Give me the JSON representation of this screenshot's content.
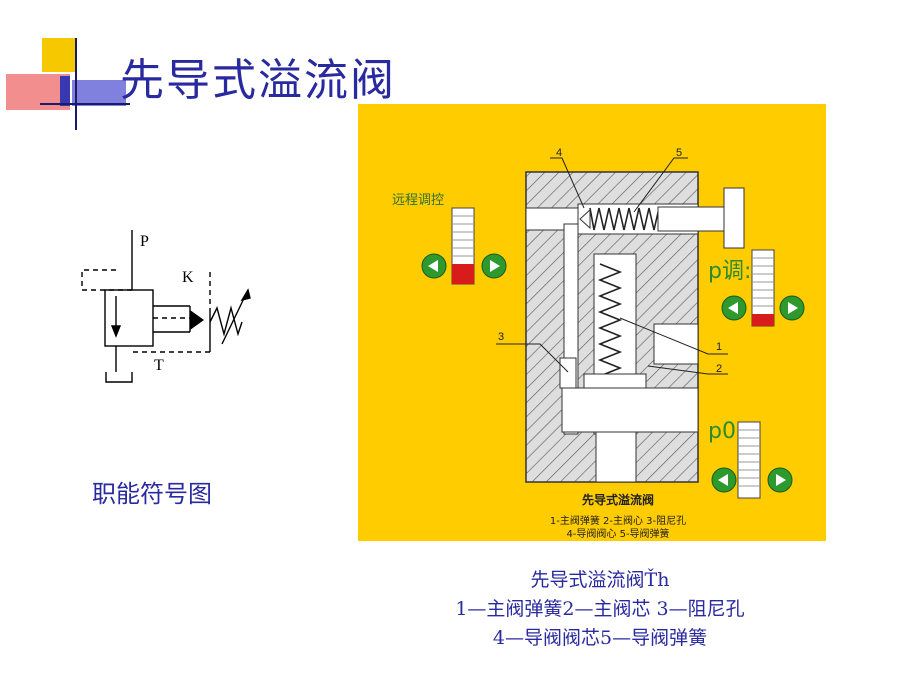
{
  "slide": {
    "title": "先导式溢流阀",
    "symbol_caption": "职能符号图"
  },
  "symbol": {
    "port_p": "P",
    "port_k": "K",
    "port_t": "T"
  },
  "panel": {
    "remote_label": "远程调控",
    "p_adjust_label": "p调:",
    "p0_label": "p0:",
    "callout_1": "1",
    "callout_2": "2",
    "callout_3": "3",
    "callout_4": "4",
    "callout_5": "5",
    "diagram_title": "先导式溢流阀",
    "legend_line1": "1-主阀弹簧 2-主阀心 3-阻尼孔",
    "legend_line2": "4-导阀阀心 5-导阀弹簧"
  },
  "caption": {
    "line1": "先导式溢流阀Ťh",
    "line2": "1—主阀弹簧2—主阀芯 3—阻尼孔",
    "line3": "4—导阀阀芯5—导阀弹簧"
  },
  "colors": {
    "accent": "#2a2aa0",
    "panel_bg": "#ffcc00",
    "button_green": "#2e9a2e",
    "gauge_red": "#d81b1b"
  }
}
